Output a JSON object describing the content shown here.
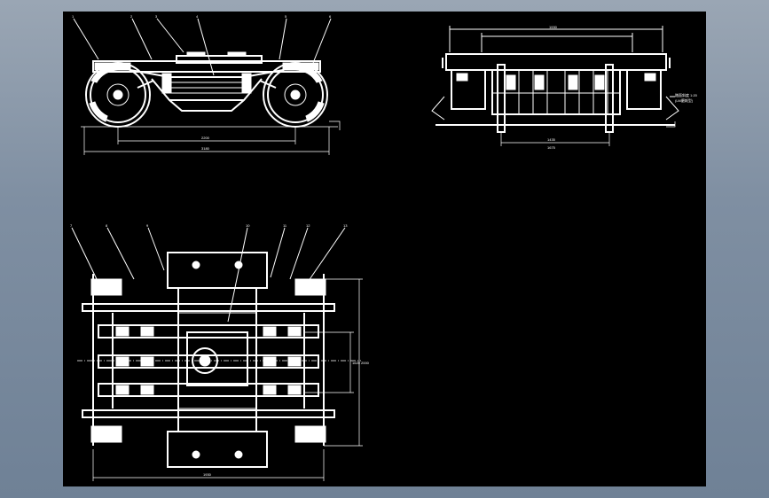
{
  "drawing": {
    "background": "#000000",
    "line_color": "#ffffff",
    "views": {
      "side": {
        "callouts": [
          "1",
          "2",
          "3",
          "4",
          "5",
          "6"
        ],
        "dims": [
          "2200",
          "3180"
        ]
      },
      "end": {
        "dims": [
          "1930",
          "1435",
          "1675"
        ],
        "note_lines": [
          "踏面斜度 1:20",
          "(LM磨耗型)"
        ]
      },
      "top": {
        "callouts": [
          "7",
          "8",
          "9",
          "10",
          "11",
          "12",
          "13"
        ],
        "dims": [
          "2000",
          "1620",
          "1930"
        ]
      }
    }
  }
}
